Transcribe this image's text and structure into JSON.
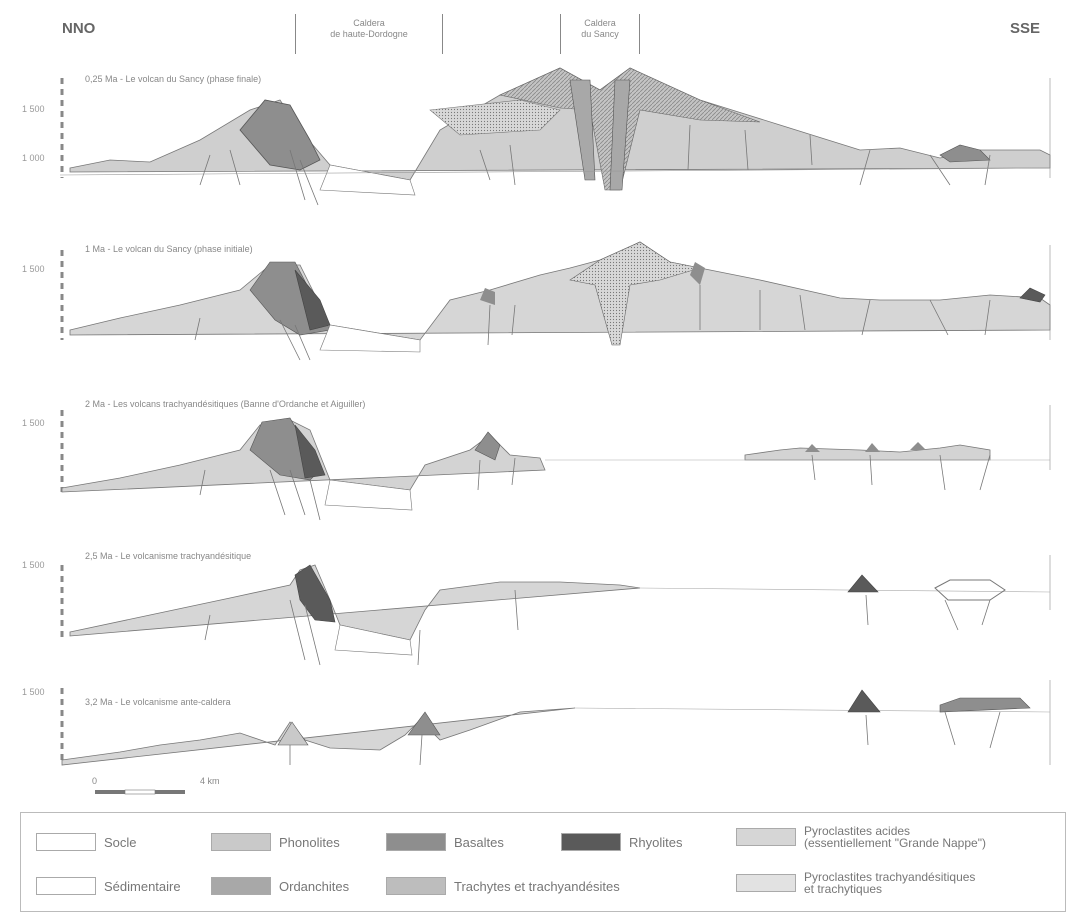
{
  "header": {
    "left": "NNO",
    "right": "SSE",
    "caldera_left": [
      "Caldera",
      "de haute-Dordogne"
    ],
    "caldera_right": [
      "Caldera",
      "du Sancy"
    ]
  },
  "sections": [
    {
      "title": "0,25 Ma - Le volcan du Sancy (phase finale)",
      "altitudes": [
        "1 500",
        "1 000"
      ]
    },
    {
      "title": "1 Ma - Le volcan du Sancy (phase initiale)",
      "altitudes": [
        "1 500"
      ]
    },
    {
      "title": "2 Ma - Les volcans trachyandésitiques (Banne d'Ordanche et Aiguiller)",
      "altitudes": [
        "1 500"
      ]
    },
    {
      "title": "2,5 Ma - Le volcanisme trachyandésitique",
      "altitudes": [
        "1 500"
      ]
    },
    {
      "title": "3,2 Ma - Le volcanisme ante-caldera",
      "altitudes": [
        "1 500"
      ]
    }
  ],
  "scale": {
    "start": "0",
    "end": "4 km"
  },
  "legend": [
    {
      "label": "Socle",
      "color": "#ffffff"
    },
    {
      "label": "Phonolites",
      "color": "#c9c9c9"
    },
    {
      "label": "Basaltes",
      "color": "#8e8e8e"
    },
    {
      "label": "Rhyolites",
      "color": "#5a5a5a"
    },
    {
      "label": "Pyroclastites acides",
      "label2": "(essentiellement \"Grande Nappe\")",
      "color": "#d6d6d6"
    },
    {
      "label": "Sédimentaire",
      "color": "#ffffff"
    },
    {
      "label": "Ordanchites",
      "color": "#a8a8a8"
    },
    {
      "label": "Trachytes et trachyandésites",
      "color": "#bdbdbd"
    },
    {
      "label": "Pyroclastites trachyandésitiques",
      "label2": "et trachytiques",
      "color": "#e2e2e2"
    }
  ]
}
